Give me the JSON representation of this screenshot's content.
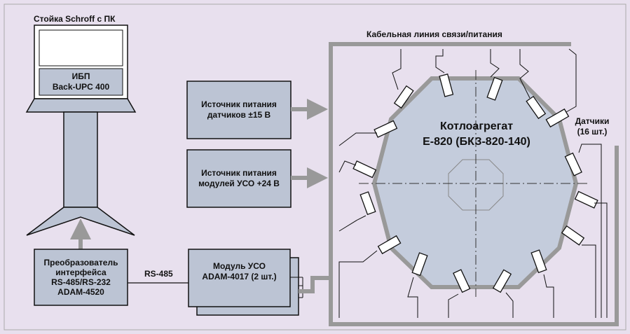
{
  "diagram": {
    "rack_title": "Стойка Schroff с ПК",
    "ups": {
      "line1": "ИБП",
      "line2": "Back-UPC 400"
    },
    "power_sensors": {
      "line1": "Источник питания",
      "line2": "датчиков ±15 В"
    },
    "power_modules": {
      "line1": "Источник питания",
      "line2": "модулей УСО +24 В"
    },
    "converter": {
      "line1": "Преобразователь",
      "line2": "интерфейса",
      "line3": "RS-485/RS-232",
      "line4": "ADAM-4520"
    },
    "link_label": "RS-485",
    "module": {
      "line1": "Модуль УСО",
      "line2": "ADAM-4017 (2 шт.)"
    },
    "cable_label": "Кабельная линия связи/питания",
    "boiler": {
      "line1": "Котлоагрегат",
      "line2": "Е-820 (БКЗ-820-140)"
    },
    "sensors": {
      "line1": "Датчики",
      "line2": "(16 шт.)"
    }
  },
  "colors": {
    "background": "#e8e0ee",
    "box_fill": "#bcc4d4",
    "boiler_fill": "#c4ccdc",
    "frame_gray": "#999999",
    "line": "#111111"
  }
}
